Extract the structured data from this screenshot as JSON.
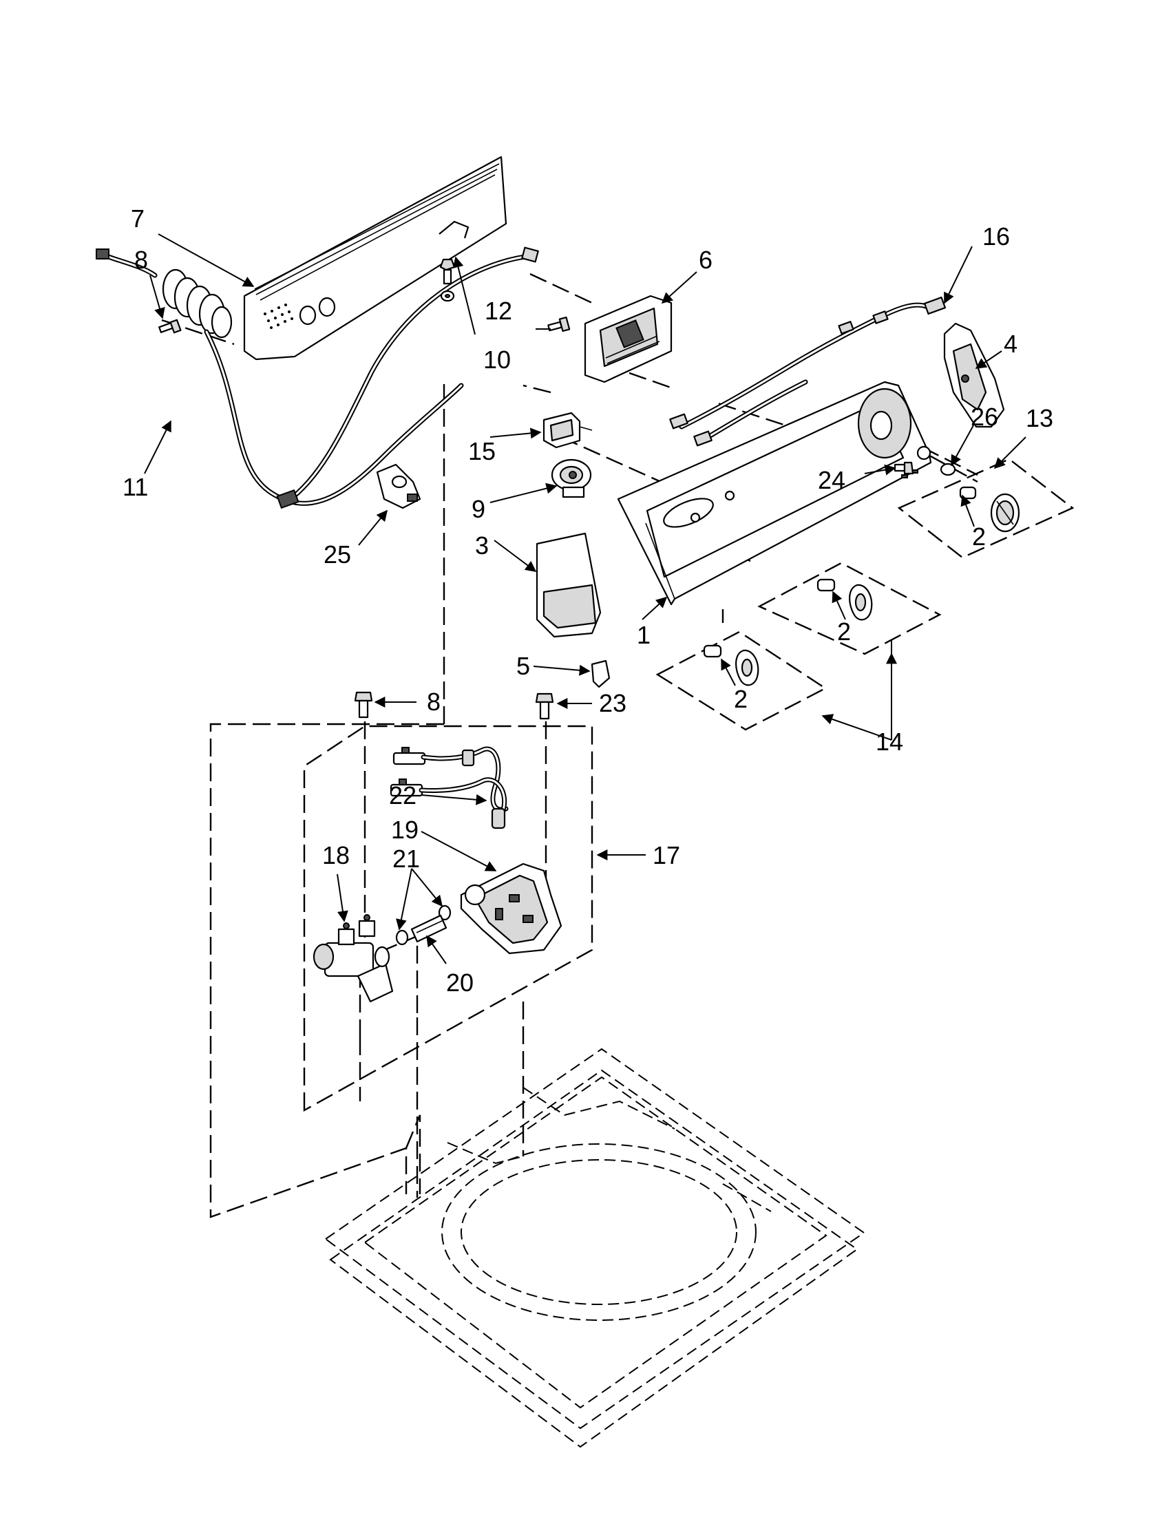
{
  "callouts": {
    "c1": "1",
    "c2a": "2",
    "c2b": "2",
    "c2c": "2",
    "c3": "3",
    "c4": "4",
    "c5": "5",
    "c6": "6",
    "c7": "7",
    "c8a": "8",
    "c8b": "8",
    "c9": "9",
    "c10": "10",
    "c11": "11",
    "c12": "12",
    "c13": "13",
    "c14": "14",
    "c15": "15",
    "c16": "16",
    "c17": "17",
    "c18": "18",
    "c19": "19",
    "c20": "20",
    "c21": "21",
    "c22": "22",
    "c23": "23",
    "c24": "24",
    "c25": "25",
    "c26": "26"
  }
}
